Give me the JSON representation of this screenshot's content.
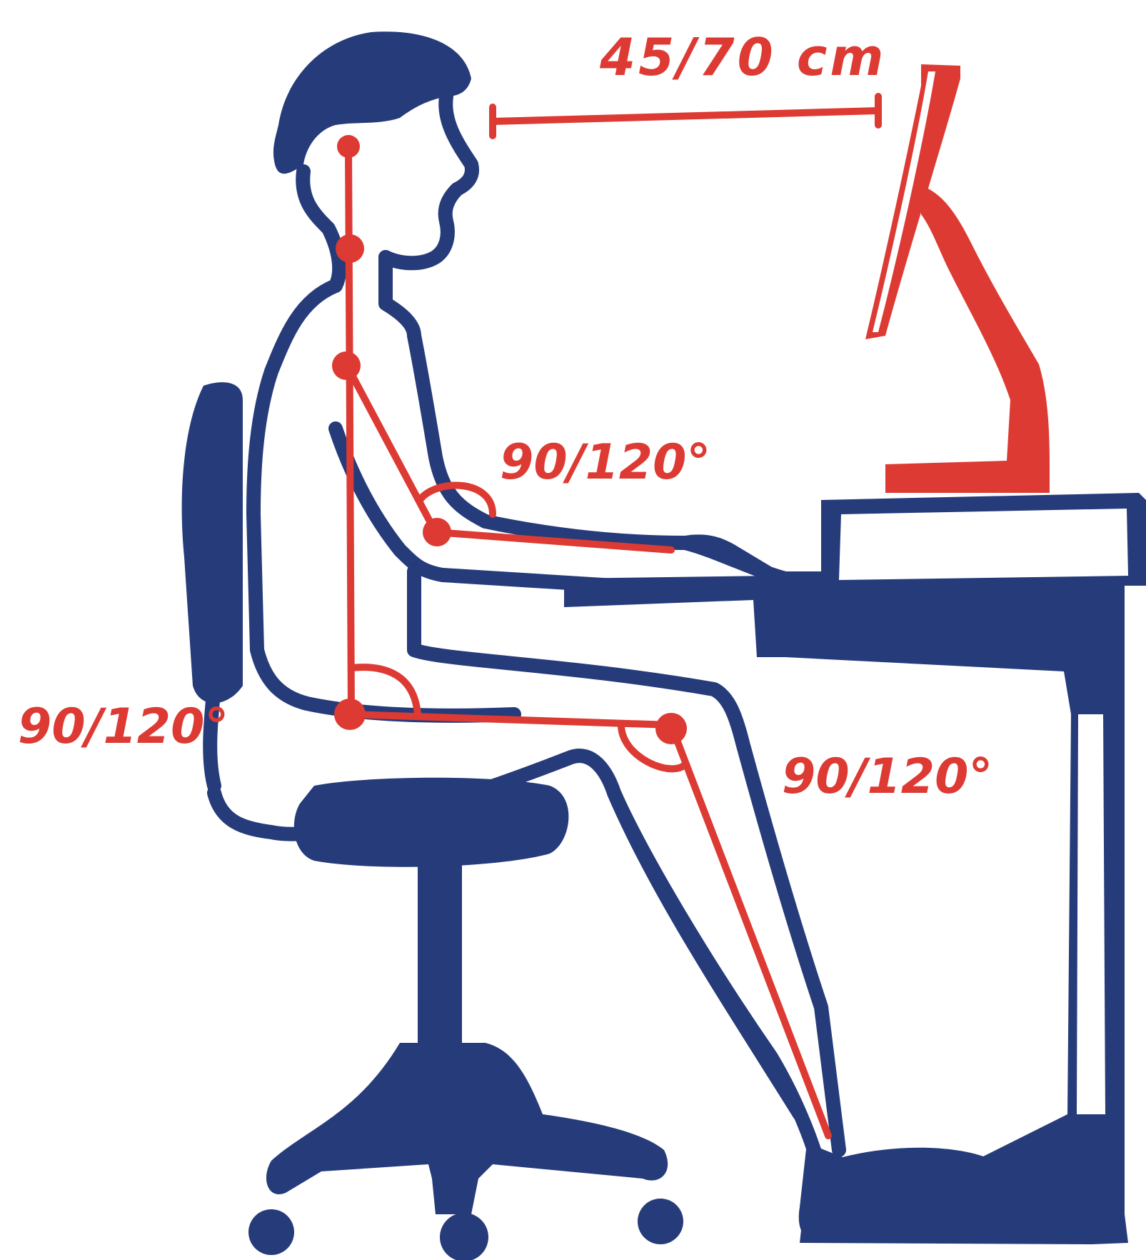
{
  "labels": {
    "distance": "45/70 cm",
    "elbow_angle": "90/120°",
    "hip_angle": "90/120°",
    "knee_angle": "90/120°"
  },
  "colors": {
    "figure": "#263B7A",
    "annotation": "#DD3A33",
    "background": "#FFFFFF"
  }
}
